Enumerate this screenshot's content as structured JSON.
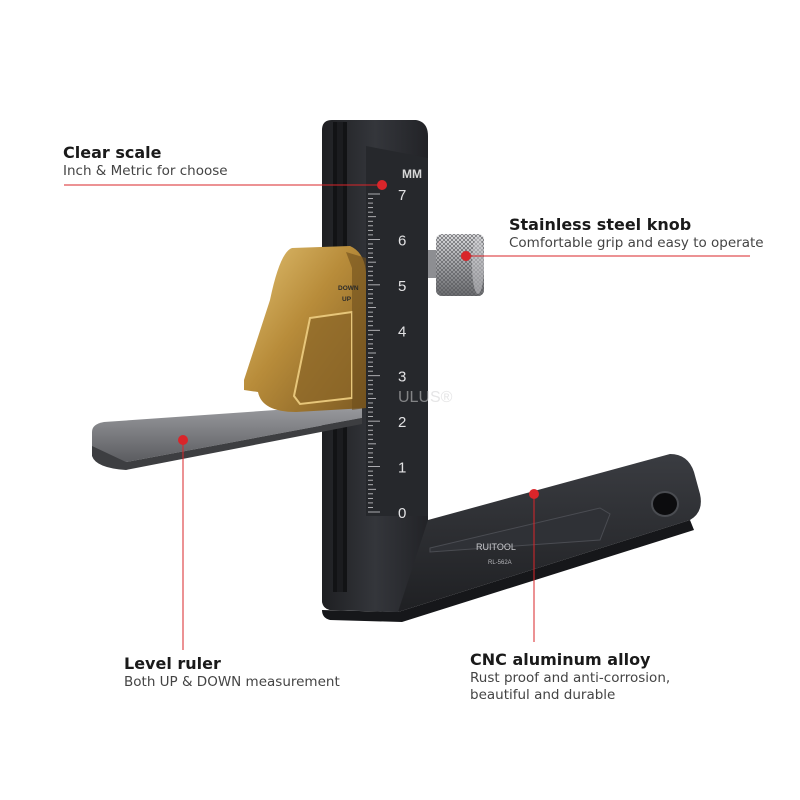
{
  "callouts": {
    "clear_scale": {
      "title": "Clear scale",
      "desc": "Inch & Metric for choose"
    },
    "knob": {
      "title": "Stainless steel knob",
      "desc": "Comfortable grip and easy to operate"
    },
    "level_ruler": {
      "title": "Level ruler",
      "desc": "Both UP & DOWN measurement"
    },
    "cnc": {
      "title": "CNC aluminum alloy",
      "desc_line1": "Rust proof and anti-corrosion,",
      "desc_line2": "beautiful and durable"
    }
  },
  "product": {
    "scale_unit": "MM",
    "scale_numbers": [
      "7",
      "6",
      "5",
      "4",
      "3",
      "2",
      "1",
      "0"
    ],
    "slider_down": "DOWN",
    "slider_up": "UP",
    "brand": "RUITOOL",
    "model": "RL-562A",
    "watermark": "ULUS®"
  },
  "colors": {
    "callout_line": "#d9252a",
    "body_dark": "#2b2d31",
    "brass": "#c9a04a",
    "steel": "#8f9094"
  }
}
